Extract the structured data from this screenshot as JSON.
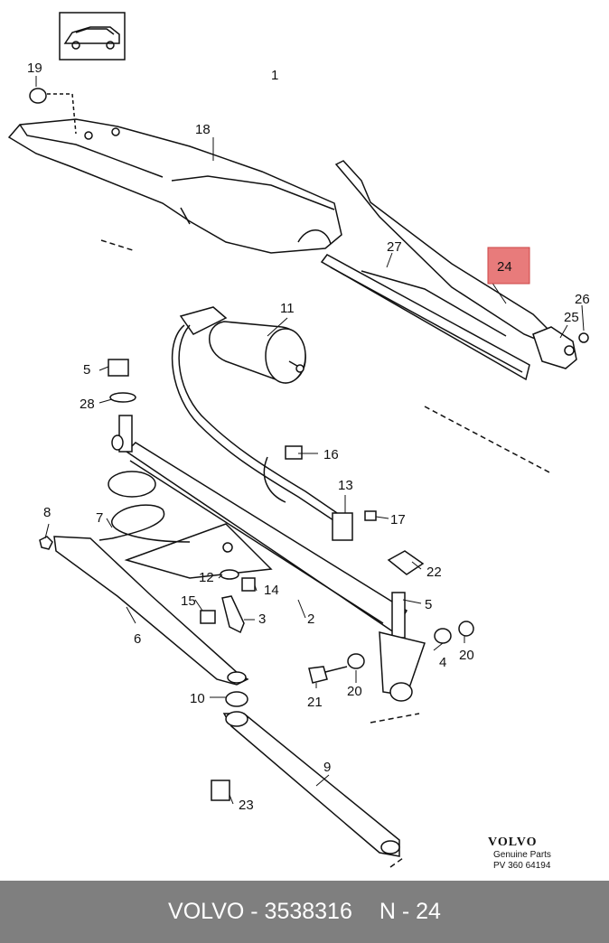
{
  "labels": {
    "l1": "1",
    "l2": "2",
    "l3": "3",
    "l4": "4",
    "l5a": "5",
    "l5b": "5",
    "l6": "6",
    "l7": "7",
    "l8": "8",
    "l9": "9",
    "l10": "10",
    "l11": "11",
    "l12": "12",
    "l13": "13",
    "l14": "14",
    "l15": "15",
    "l16": "16",
    "l17": "17",
    "l18": "18",
    "l19": "19",
    "l20a": "20",
    "l20b": "20",
    "l21": "21",
    "l22": "22",
    "l23": "23",
    "l24": "24",
    "l25": "25",
    "l26": "26",
    "l27": "27",
    "l28": "28"
  },
  "logo": {
    "brand": "VOLVO",
    "line1": "Genuine Parts",
    "line2": "PV 360 64194"
  },
  "footer": {
    "part": "VOLVO - 3538316",
    "ref": "N - 24"
  },
  "colors": {
    "highlight": "#e87b7b",
    "footer_bg": "#7f7f7f"
  }
}
